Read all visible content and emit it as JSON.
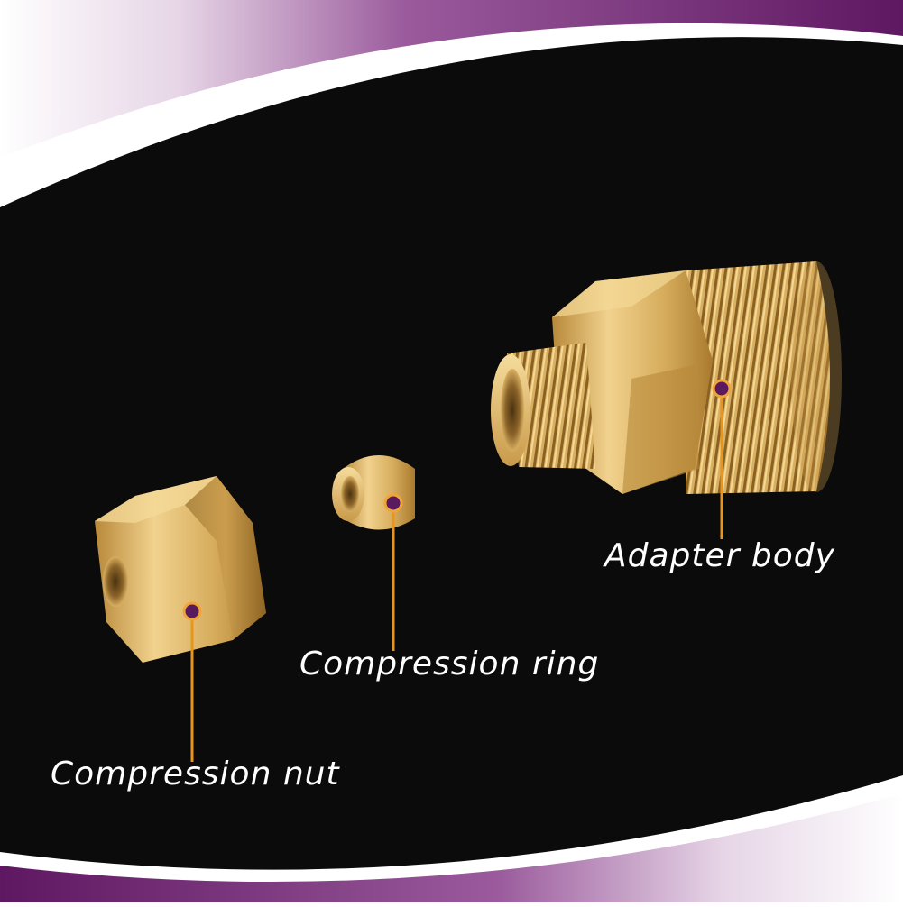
{
  "colors": {
    "background": "#0b0b0b",
    "band_purple": "#6b1d6e",
    "brass": "#d4ae62",
    "leader": "#e8951e",
    "marker": "#5a1a5e",
    "label_text": "#ffffff"
  },
  "parts": [
    {
      "id": "compression-nut",
      "label": "Compression nut"
    },
    {
      "id": "compression-ring",
      "label": "Compression ring"
    },
    {
      "id": "adapter-body",
      "label": "Adapter body"
    }
  ]
}
